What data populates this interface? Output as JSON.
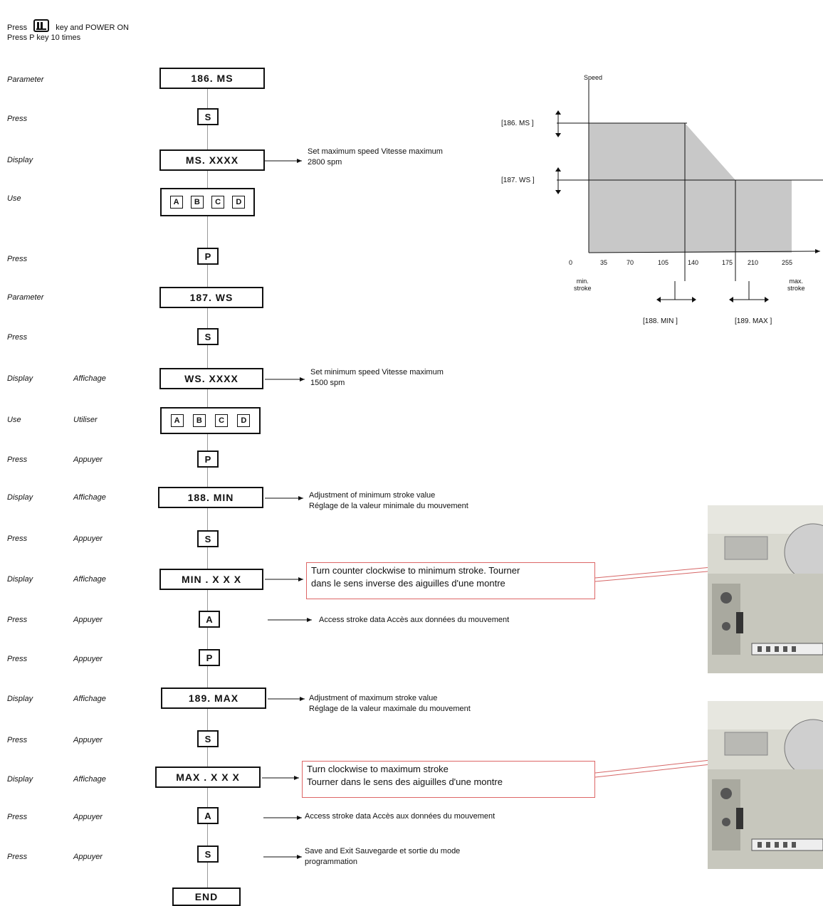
{
  "intro": {
    "line1_press": "Press",
    "line1_rest": "key and POWER ON",
    "line2": "Press P key 10 times"
  },
  "labels": {
    "parameter": "Parameter",
    "press": "Press",
    "display": "Display",
    "use": "Use",
    "affichage": "Affichage",
    "utiliser": "Utiliser",
    "appuyer": "Appuyer"
  },
  "steps": {
    "s1": "186.   MS",
    "k_s": "S",
    "d1": "MS.  XXXX",
    "k_p": "P",
    "s2": "187.   WS",
    "d2": "WS.  XXXX",
    "s3": "188.   MIN",
    "d3": "MIN . X X X",
    "k_a": "A",
    "s4": "189.   MAX",
    "d4": "MAX . X X X",
    "end": "END",
    "abcd": [
      "A",
      "B",
      "C",
      "D"
    ]
  },
  "notes": {
    "n1a": "Set maximum speed Vitesse maximum",
    "n1b": "2800 spm",
    "n2a": "Set minimum speed Vitesse maximum",
    "n2b": "1500 spm",
    "n3a": "Adjustment  of minimum stroke value",
    "n3b": "Réglage de la valeur minimale du mouvement",
    "n4a": "Turn counter clockwise to minimum stroke. Tourner",
    "n4b": "dans le sens inverse des aiguilles d'une montre",
    "n5": "Access stroke data Accès aux données du mouvement",
    "n6a": "Adjustment  of maximum  stroke value",
    "n6b": "Réglage de la valeur maximale du mouvement",
    "n7a": "Turn clockwise to maximum stroke",
    "n7b": "Tourner dans le sens des aiguilles d'une montre",
    "n8": "Access stroke data Accès aux données du mouvement",
    "n9a": "Save and Exit Sauvegarde et sortie du mode",
    "n9b": "programmation"
  },
  "graph": {
    "y_label": "Speed",
    "ms_label": "[186. MS ]",
    "ws_label": "[187. WS ]",
    "x_ticks": [
      "0",
      "35",
      "70",
      "105",
      "140",
      "175",
      "210",
      "255"
    ],
    "min_label_1": "min.",
    "min_label_2": "stroke",
    "max_label_1": "max.",
    "max_label_2": "stroke",
    "min_param": "[188. MIN ]",
    "max_param": "[189. MAX ]"
  },
  "colors": {
    "graph_fill": "#c8c8c8",
    "callout_border": "#d66666"
  }
}
